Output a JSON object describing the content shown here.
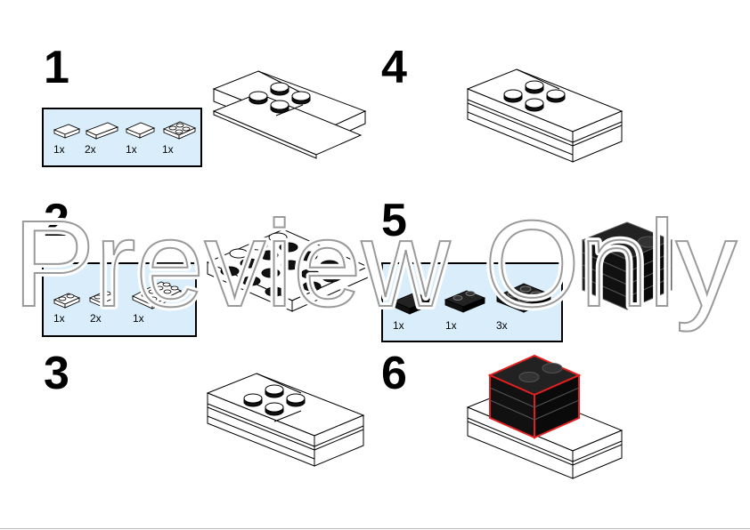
{
  "steps": [
    {
      "number": "1",
      "parts": [
        {
          "qty": "1x"
        },
        {
          "qty": "2x"
        },
        {
          "qty": "1x"
        },
        {
          "qty": "1x"
        }
      ]
    },
    {
      "number": "2",
      "parts": [
        {
          "qty": "1x"
        },
        {
          "qty": "2x"
        },
        {
          "qty": "1x"
        }
      ]
    },
    {
      "number": "3"
    },
    {
      "number": "4"
    },
    {
      "number": "5",
      "parts": [
        {
          "qty": "1x"
        },
        {
          "qty": "1x"
        },
        {
          "qty": "3x"
        }
      ]
    },
    {
      "number": "6"
    }
  ],
  "watermark": {
    "text": "Preview Only"
  },
  "colors": {
    "parts_box_bg": "#d9eefa",
    "brick_black": "#111111",
    "highlight": "#e02020"
  }
}
